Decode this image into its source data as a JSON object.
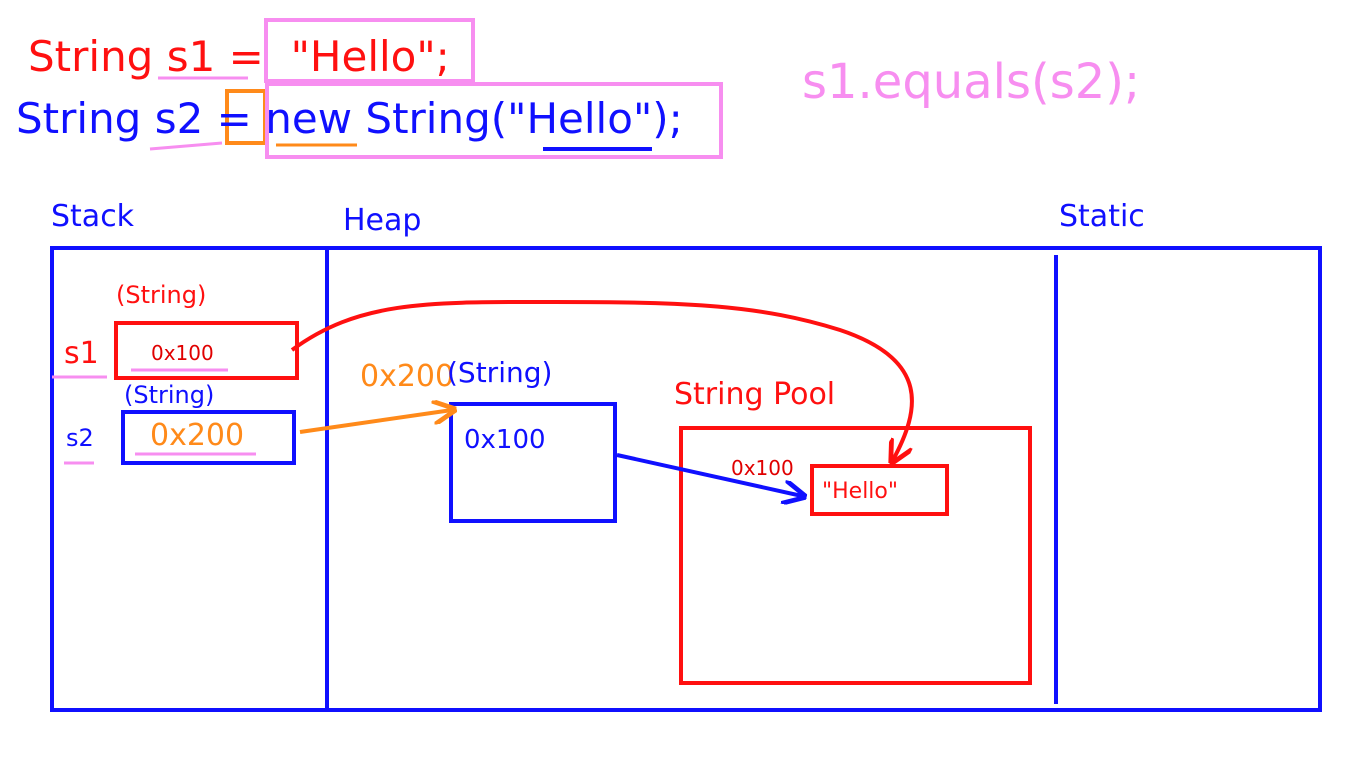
{
  "code": {
    "line1": {
      "type": "String",
      "var": "s1",
      "assign": "=",
      "literal": "\"Hello\";"
    },
    "line2": {
      "type": "String",
      "var": "s2",
      "assign": "=",
      "keyword": "new",
      "ctor": "String(\"",
      "literal": "Hello",
      "tail": "\");"
    },
    "equals_call": "s1.equals(s2);"
  },
  "regions": {
    "stack": "Stack",
    "heap": "Heap",
    "static": "Static"
  },
  "stack_vars": [
    {
      "type": "(String)",
      "name": "s1",
      "value": "0x100"
    },
    {
      "type": "(String)",
      "name": "s2",
      "value": "0x200"
    }
  ],
  "heap_object": {
    "address": "0x200",
    "type": "(String)",
    "value": "0x100"
  },
  "string_pool": {
    "label": "String Pool",
    "address": "0x100",
    "value": "\"Hello\""
  },
  "colors": {
    "red": "#ff1010",
    "blue": "#1010ff",
    "pink": "#f78ef0",
    "orange": "#ff8a1a"
  }
}
